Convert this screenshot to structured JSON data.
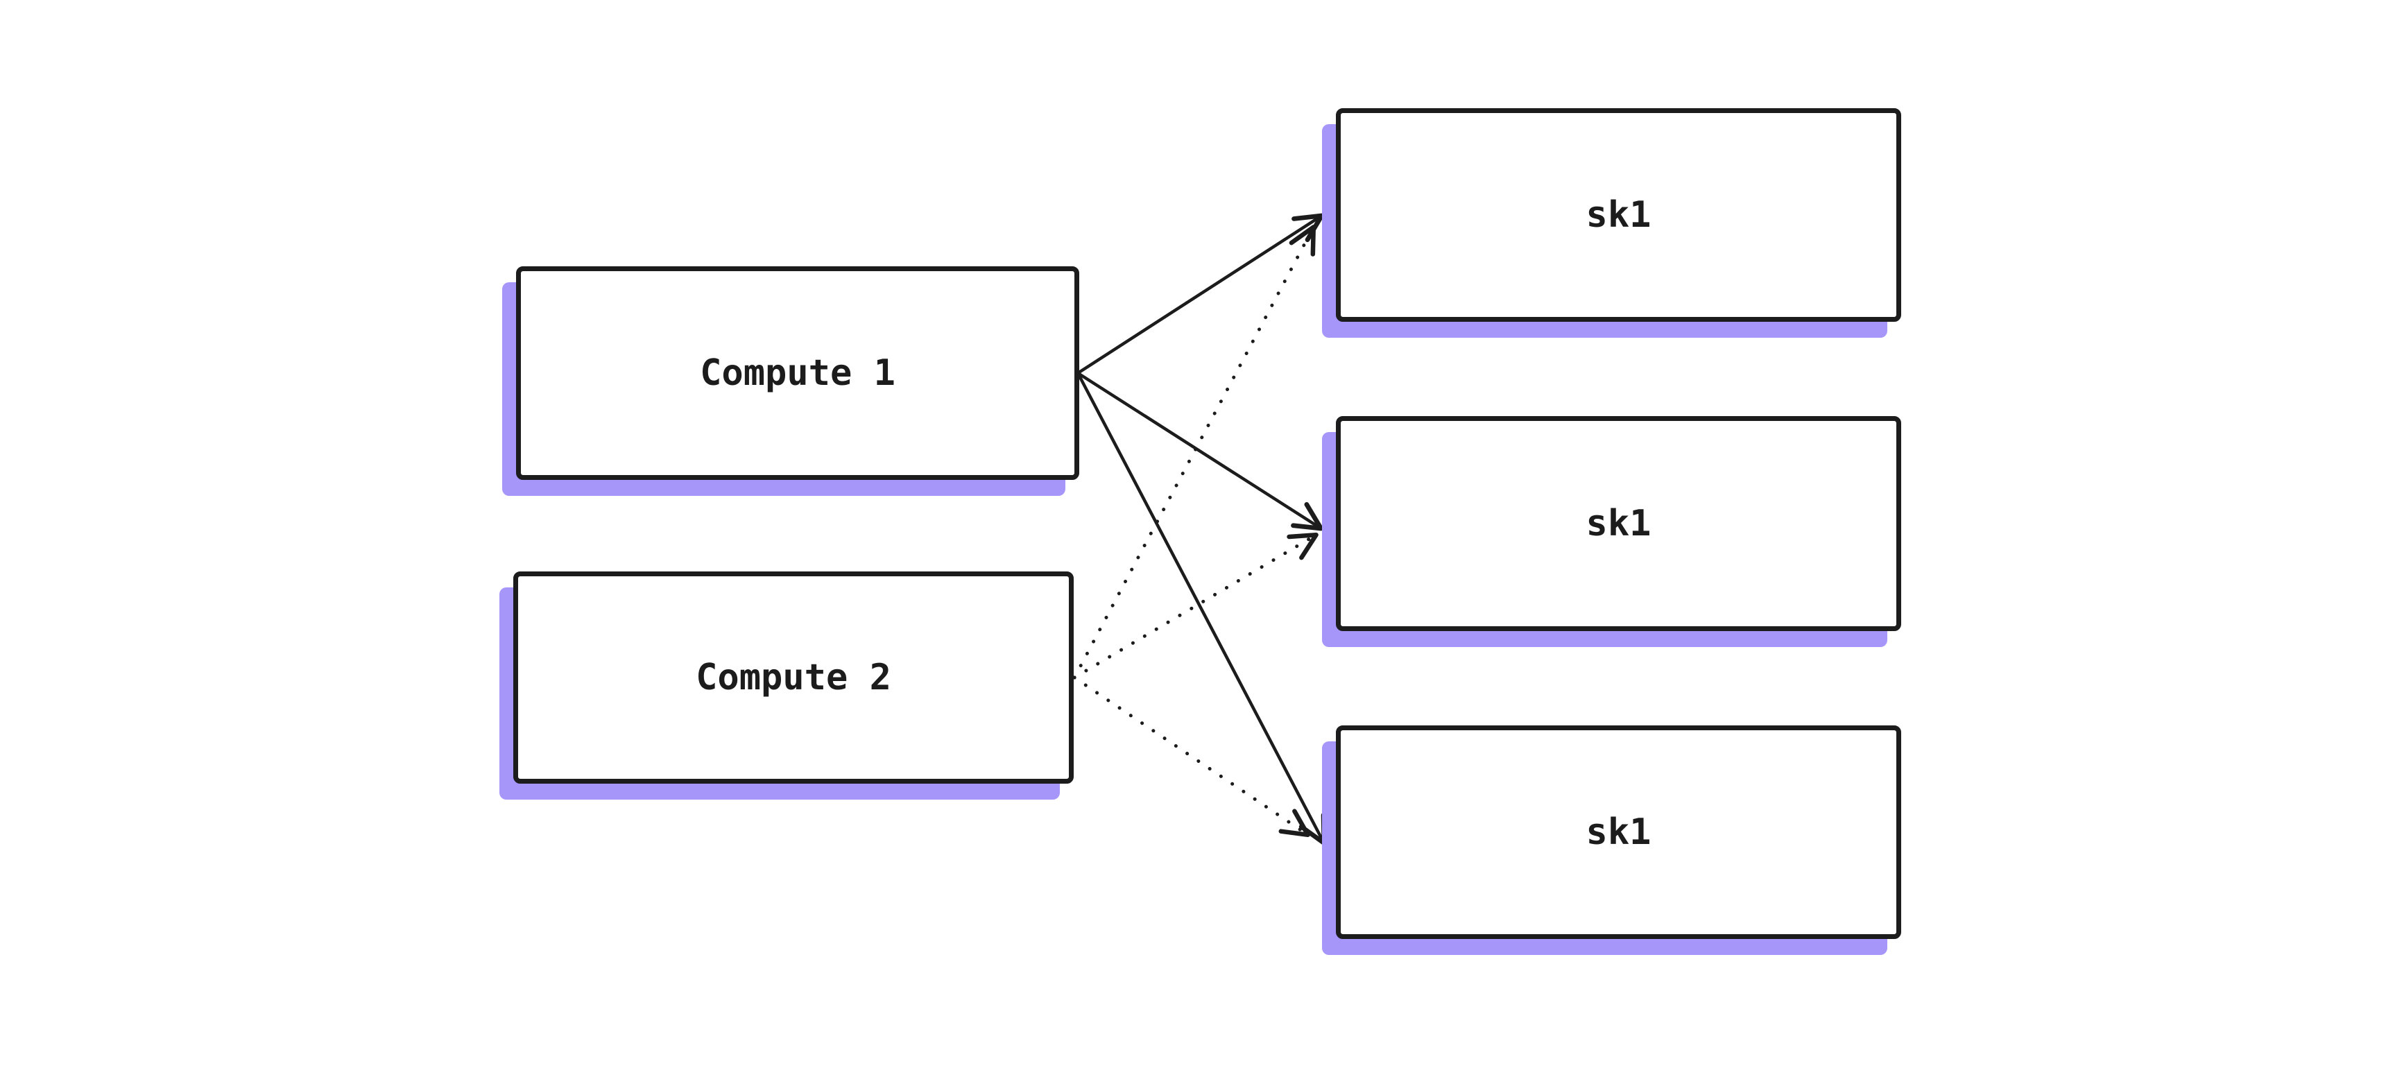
{
  "diagram": {
    "background_color": "#ffffff",
    "stroke_color": "#1c1c1c",
    "accent_shadow_color": "#a696fa",
    "nodes": [
      {
        "id": "compute1",
        "label": "Compute 1",
        "shape": "rectangle"
      },
      {
        "id": "compute2",
        "label": "Compute 2",
        "shape": "rectangle"
      },
      {
        "id": "sk1-top",
        "label": "sk1",
        "shape": "rectangle"
      },
      {
        "id": "sk1-middle",
        "label": "sk1",
        "shape": "rectangle"
      },
      {
        "id": "sk1-bottom",
        "label": "sk1",
        "shape": "rectangle"
      }
    ],
    "edges": [
      {
        "from": "compute1",
        "to": "sk1-top",
        "style": "solid",
        "arrowhead": "open-arrow"
      },
      {
        "from": "compute1",
        "to": "sk1-middle",
        "style": "solid",
        "arrowhead": "open-arrow"
      },
      {
        "from": "compute1",
        "to": "sk1-bottom",
        "style": "solid",
        "arrowhead": "open-arrow"
      },
      {
        "from": "compute2",
        "to": "sk1-top",
        "style": "dotted",
        "arrowhead": "open-arrow"
      },
      {
        "from": "compute2",
        "to": "sk1-middle",
        "style": "dotted",
        "arrowhead": "open-arrow"
      },
      {
        "from": "compute2",
        "to": "sk1-bottom",
        "style": "dotted",
        "arrowhead": "open-arrow"
      }
    ]
  }
}
